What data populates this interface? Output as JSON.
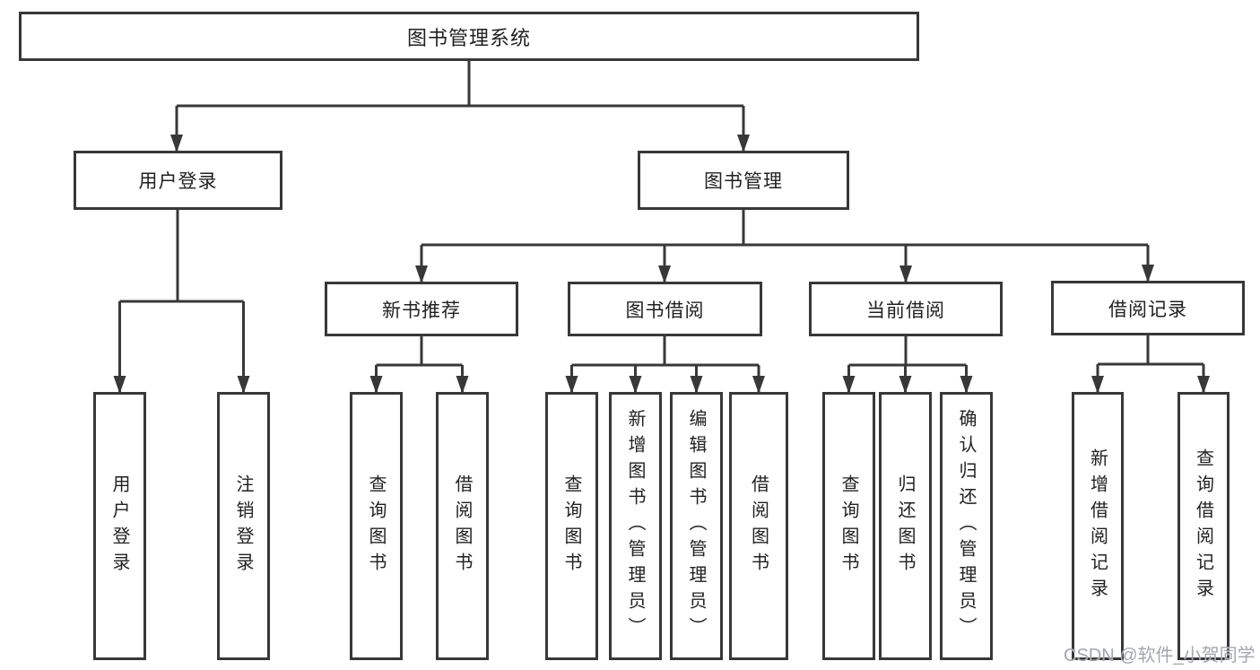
{
  "diagram": {
    "title": "图书管理系统",
    "root": {
      "label": "图书管理系统"
    },
    "level2": {
      "user_login": {
        "label": "用户登录"
      },
      "book_management": {
        "label": "图书管理"
      }
    },
    "level3": {
      "new_book_recommend": {
        "label": "新书推荐"
      },
      "book_borrowing": {
        "label": "图书借阅"
      },
      "current_borrowing": {
        "label": "当前借阅"
      },
      "borrowing_records": {
        "label": "借阅记录"
      }
    },
    "leaves": {
      "user_login": [
        "用户登录",
        "注销登录"
      ],
      "new_book_recommend": [
        "查询图书",
        "借阅图书"
      ],
      "book_borrowing": [
        "查询图书",
        "新增图书（管理员）",
        "编辑图书（管理员）",
        "借阅图书"
      ],
      "current_borrowing": [
        "查询图书",
        "归还图书",
        "确认归还（管理员）"
      ],
      "borrowing_records": [
        "新增借阅记录",
        "查询借阅记录"
      ]
    }
  },
  "watermark": {
    "text": "CSDN @软件_小贺同学",
    "color": "#a3a6ad"
  },
  "colors": {
    "line": "#383838",
    "text": "#212121",
    "background": "#ffffff"
  }
}
